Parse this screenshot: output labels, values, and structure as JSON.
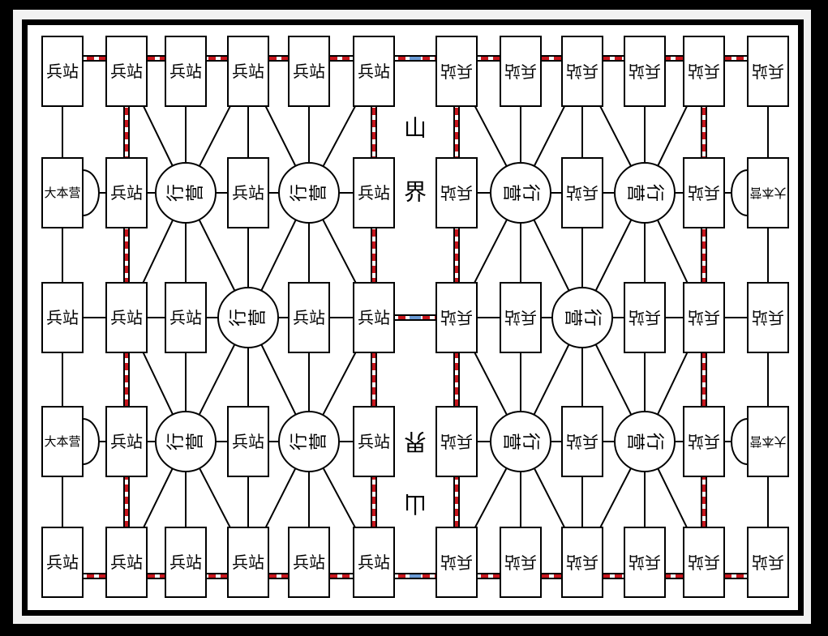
{
  "board": {
    "boundary": {
      "top": [
        "山",
        "界"
      ],
      "bottom": [
        "界",
        "山"
      ]
    },
    "left_half": {
      "rows": [
        [
          "兵站",
          "兵站",
          "兵站",
          "兵站",
          "兵站",
          "兵站"
        ],
        [
          "大本营",
          "兵站",
          "行营",
          "兵站",
          "行营",
          "兵站"
        ],
        [
          "兵站",
          "兵站",
          "兵站",
          "行营",
          "兵站",
          "兵站"
        ],
        [
          "大本营",
          "兵站",
          "行营",
          "兵站",
          "行营",
          "兵站"
        ],
        [
          "兵站",
          "兵站",
          "兵站",
          "兵站",
          "兵站",
          "兵站"
        ]
      ]
    },
    "right_half": {
      "rows": [
        [
          "兵站",
          "兵站",
          "兵站",
          "兵站",
          "兵站",
          "兵站"
        ],
        [
          "兵站",
          "行营",
          "兵站",
          "行营",
          "兵站",
          "大本营"
        ],
        [
          "兵站",
          "兵站",
          "行营",
          "兵站",
          "兵站",
          "兵站"
        ],
        [
          "兵站",
          "行营",
          "兵站",
          "行营",
          "兵站",
          "大本营"
        ],
        [
          "兵站",
          "兵站",
          "兵站",
          "兵站",
          "兵站",
          "兵站"
        ]
      ]
    }
  },
  "cell_shapes": {
    "兵站": "rectangle",
    "行营": "circle",
    "大本营": "rectangle-with-arc"
  },
  "colors": {
    "railway": "#c8161d",
    "railway_crossing": "#6b9bd6",
    "road": "#000000"
  }
}
